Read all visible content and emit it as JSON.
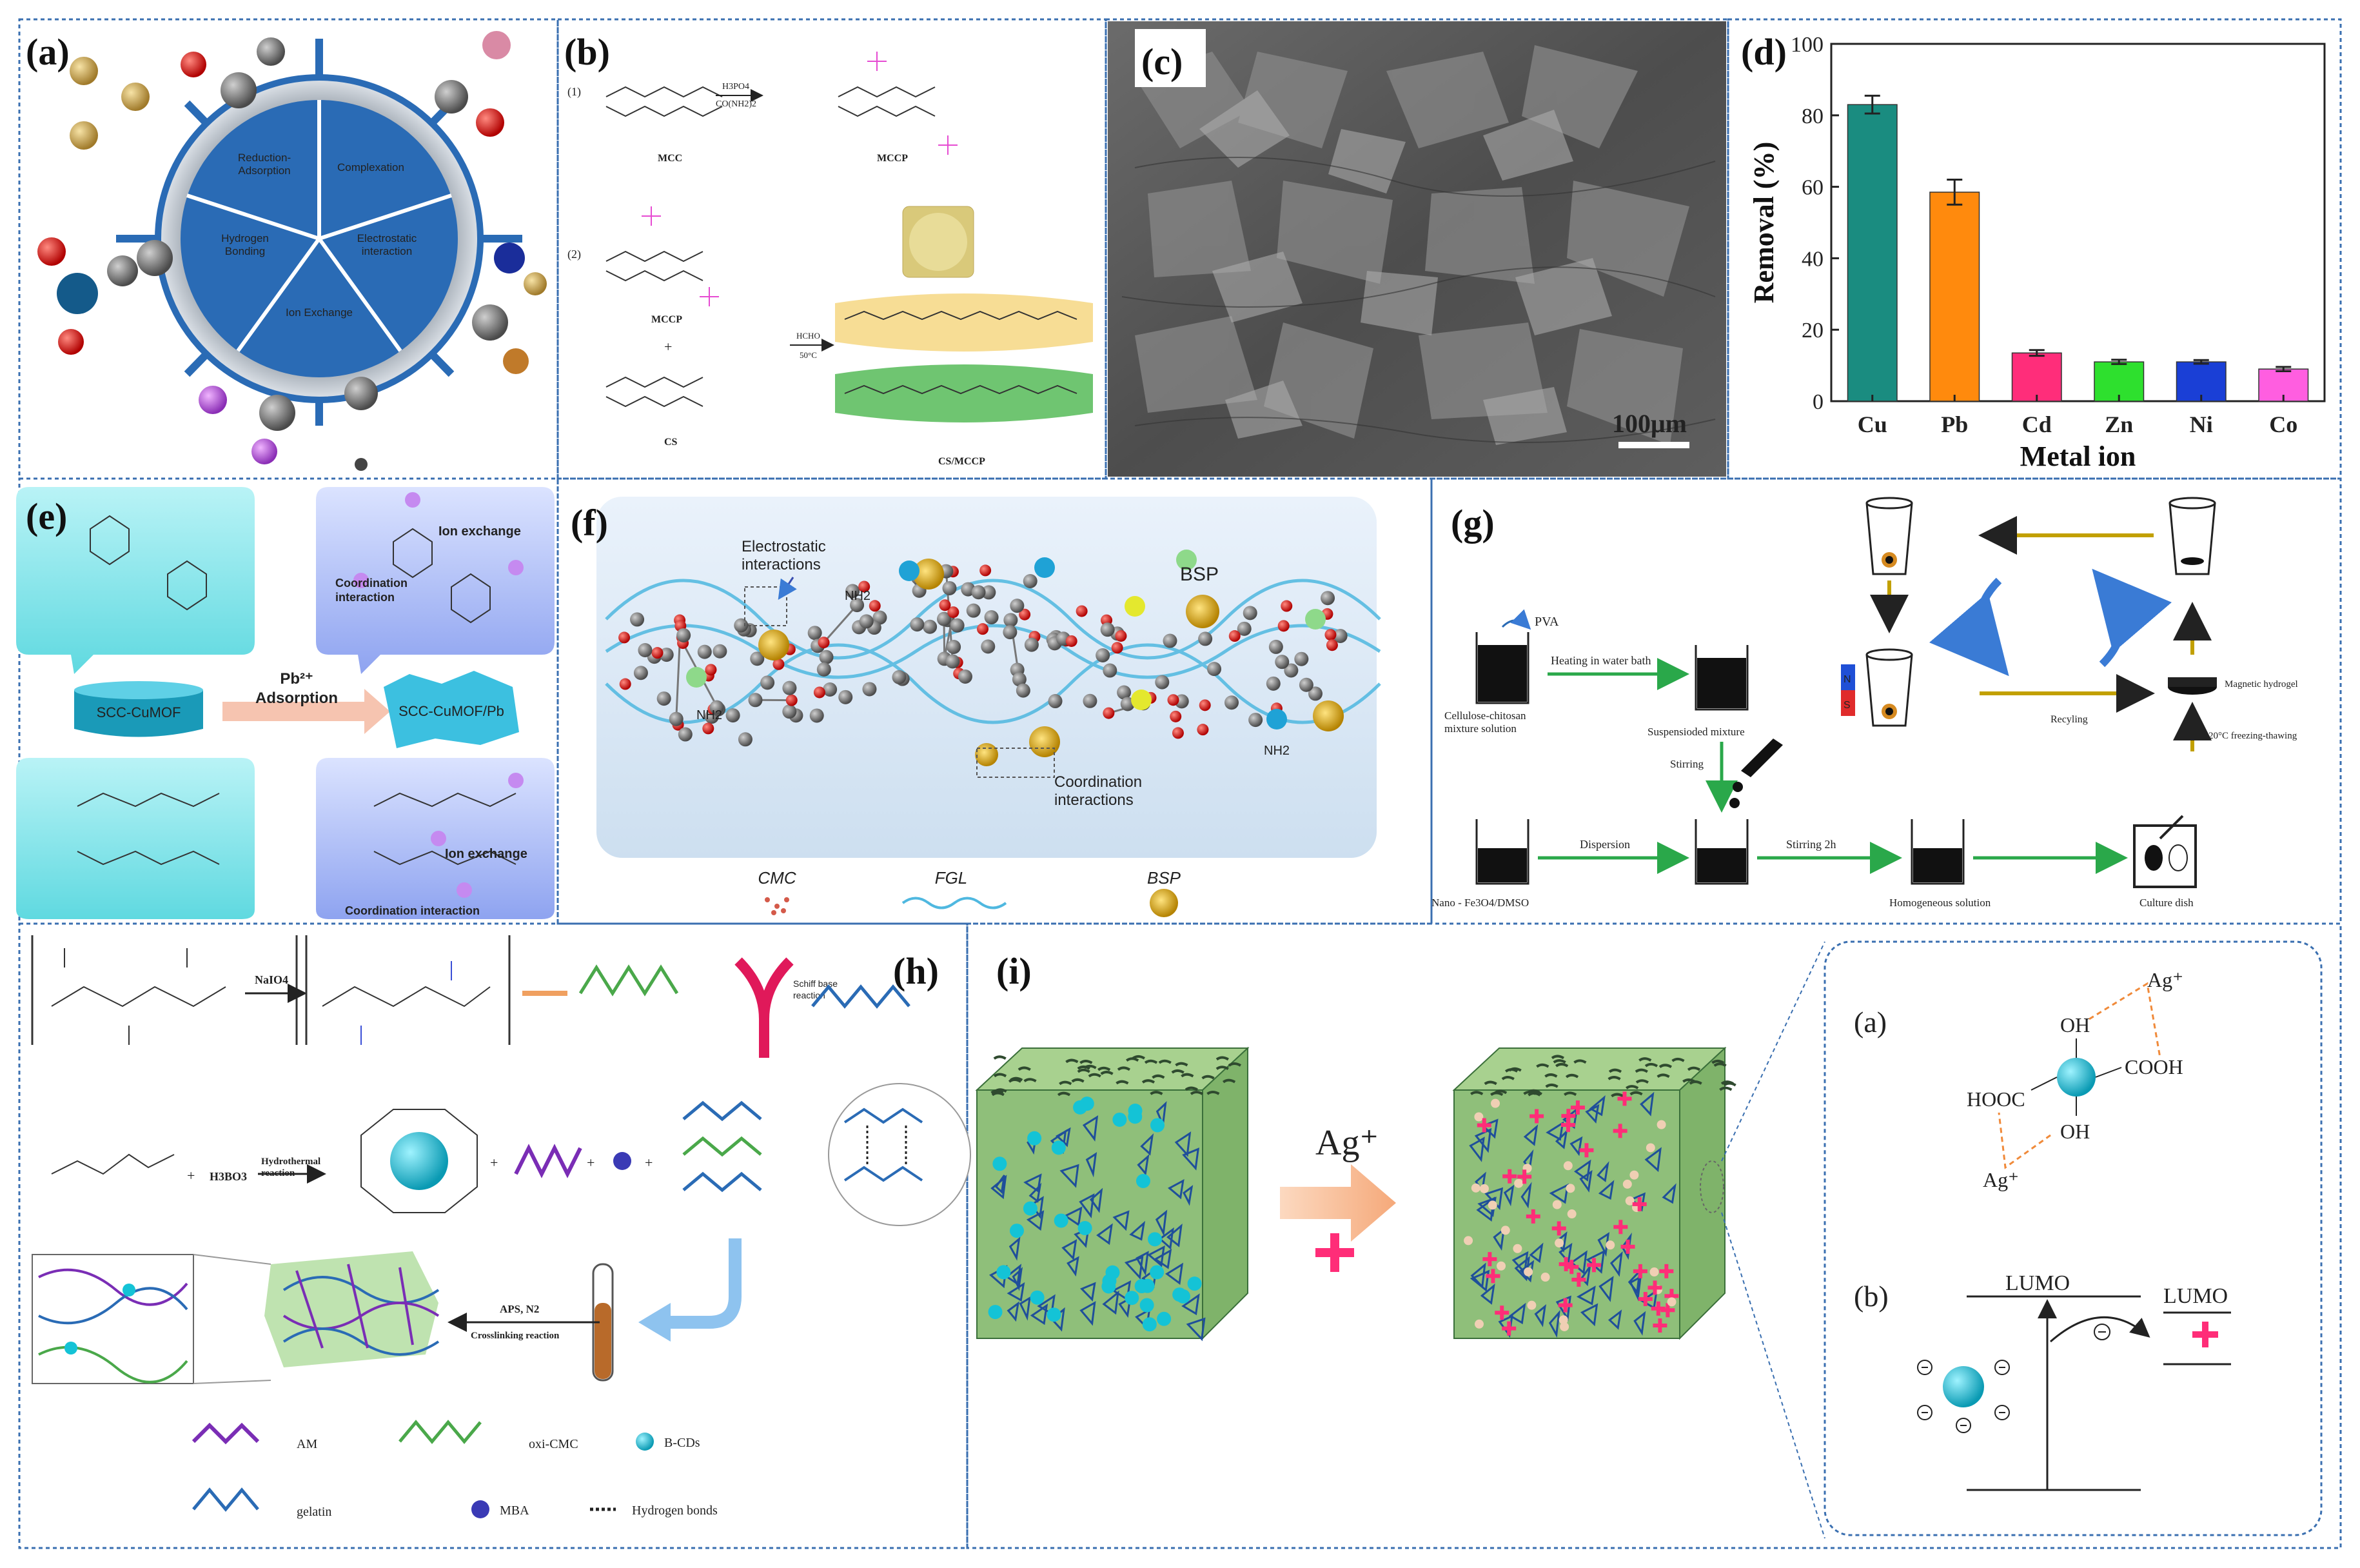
{
  "colors": {
    "panel_border": "#3a6fb0",
    "teal": "#1fa2a6",
    "green_arrow": "#2aa84a",
    "gold_arrow": "#c2a000",
    "pink": "#ff2d78",
    "cube_green": "#8fbf7a",
    "cyan_ball": "#14c3d6",
    "blue_band": "#4a90d9",
    "yellow_band": "#f6d98a",
    "green_band": "#5fbf62",
    "magenta_text": "#e64bd2"
  },
  "panels": {
    "a": {
      "label": "(a)",
      "segments": [
        "Reduction-\nAdsorption",
        "Complexation",
        "Electrostatic\ninteraction",
        "Ion Exchange",
        "Hydrogen\nBonding"
      ]
    },
    "b": {
      "label": "(b)",
      "step1": "(1)",
      "step2": "(2)",
      "reagent1": "H3PO4",
      "reagent2": "CO(NH2)2",
      "mcc": "MCC",
      "mccp": "MCCP",
      "mccp2": "MCCP",
      "plus": "+",
      "cs": "CS",
      "reagent3": "HCHO",
      "reagent4": "50°C",
      "product": "CS/MCCP"
    },
    "c": {
      "label": "(c)",
      "scalebar": "100μm"
    },
    "d": {
      "label": "(d)"
    },
    "e": {
      "label": "(e)",
      "ion_exchange_top": "Ion exchange",
      "coord_top": "Coordination\ninteraction",
      "pb_ion": "Pb²⁺",
      "adsorption": "Adsorption",
      "left_block": "SCC-CuMOF",
      "right_block": "SCC-CuMOF/Pb",
      "ion_exchange_bottom": "Ion exchange",
      "coord_bottom": "Coordination interaction"
    },
    "f": {
      "label": "(f)",
      "electrostatic": "Electrostatic\ninteractions",
      "bsp_top": "BSP",
      "coordination": "Coordination\ninteractions",
      "legend_cmc": "CMC",
      "legend_fgl": "FGL",
      "legend_bsp": "BSP",
      "nh2": "NH2"
    },
    "g": {
      "label": "(g)",
      "pva": "PVA",
      "heating": "Heating in water bath",
      "cellulose": "Cellulose-chitosan\nmixture solution",
      "suspended": "Suspensioded mixture",
      "stirring": "Stirring",
      "dispersion": "Dispersion",
      "stirring2h": "Stirring 2h",
      "nano": "Nano - Fe3O4/DMSO",
      "homogeneous": "Homogeneous solution",
      "culture": "Culture dish",
      "magnetic": "Magnetic hydrogel",
      "freezing": "-20°C freezing-thawing",
      "recyling": "Recyling",
      "n": "N",
      "s": "S"
    },
    "h": {
      "label": "(h)",
      "naio4": "NaIO4",
      "schiff": "Schiff base\nreaction",
      "h3bo3": "H3BO3",
      "hydrothermal": "Hydrothermal\nreaction",
      "aps": "APS, N2",
      "crosslinking": "Crosslinking reaction",
      "legend_am": "AM",
      "legend_oxi": "oxi-CMC",
      "legend_bcds": "B-CDs",
      "legend_gelatin": "gelatin",
      "legend_mba": "MBA",
      "legend_hbonds": "Hydrogen bonds",
      "plus": "+"
    },
    "i": {
      "label": "(i)",
      "ag": "Ag⁺",
      "sub_a": "(a)",
      "sub_b": "(b)",
      "oh_top": "OH",
      "oh_bottom": "OH",
      "cooh_right": "COOH",
      "cooh_left": "HOOC",
      "ag_top": "Ag⁺",
      "ag_bottom": "Ag⁺",
      "lumo1": "LUMO",
      "lumo2": "LUMO"
    }
  },
  "chart_data": {
    "type": "bar",
    "categories": [
      "Cu",
      "Pb",
      "Cd",
      "Zn",
      "Ni",
      "Co"
    ],
    "values": [
      83,
      58.5,
      13.5,
      11,
      11,
      9
    ],
    "errors": [
      2.5,
      3.5,
      0.8,
      0.6,
      0.5,
      0.6
    ],
    "colors": [
      "#1a8c80",
      "#ff8a0d",
      "#ff2d7a",
      "#2ee02e",
      "#1a3fd6",
      "#ff5ee0"
    ],
    "xlabel": "Metal ion",
    "ylabel": "Removal (%)",
    "ylim": [
      0,
      100
    ],
    "yticks": [
      0,
      20,
      40,
      60,
      80,
      100
    ]
  }
}
